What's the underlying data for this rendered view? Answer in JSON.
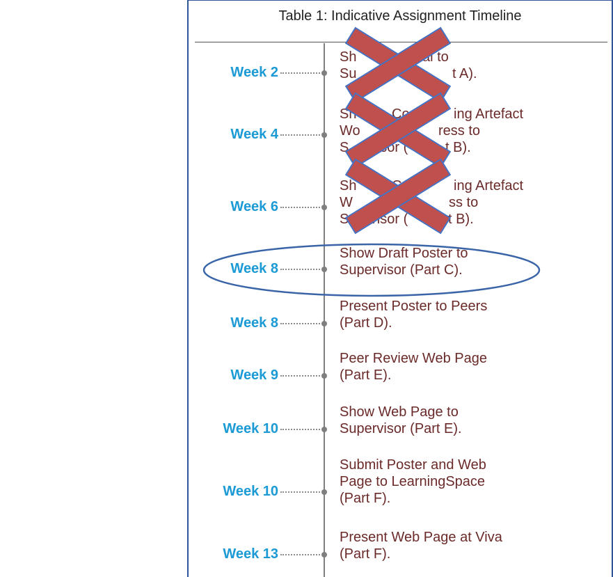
{
  "title": "Table 1: Indicative Assignment Timeline",
  "colors": {
    "week": "#1b9ad6",
    "task": "#6b2a2a",
    "cross_fill": "#c0504d",
    "cross_stroke": "#4472c4",
    "ellipse_stroke": "#3a64a8"
  },
  "rows": [
    {
      "week": "Week 2",
      "task": "Show Proposal to Supervisor (Part A).",
      "task_lines": [
        "Sh",
        "Su",
        "al to",
        "t A)."
      ],
      "crossed_out": true,
      "circled": false
    },
    {
      "week": "Week 4",
      "task": "Show Computing Artefact Work in Progress to Supervisor (Part B).",
      "task_lines": [
        "Sh",
        "Co",
        "ing Artefact",
        "Wo",
        "ress to",
        "S",
        "ervisor (",
        "t B)."
      ],
      "crossed_out": true,
      "circled": false
    },
    {
      "week": "Week 6",
      "task": "Show Computing Artefact Work in Progress to Supervisor (Part B).",
      "task_lines": [
        "Sh",
        "Co",
        "ing Artefact",
        "W",
        "ss to",
        "S",
        "ervisor (",
        "t B)."
      ],
      "crossed_out": true,
      "circled": false
    },
    {
      "week": "Week 8",
      "task_lines": [
        "Show Draft Poster to",
        "Supervisor (Part C)."
      ],
      "crossed_out": false,
      "circled": true
    },
    {
      "week": "Week 8",
      "task_lines": [
        "Present Poster to Peers",
        "(Part D)."
      ],
      "crossed_out": false,
      "circled": false
    },
    {
      "week": "Week 9",
      "task_lines": [
        "Peer Review Web Page",
        "(Part E)."
      ],
      "crossed_out": false,
      "circled": false
    },
    {
      "week": "Week 10",
      "task_lines": [
        "Show Web Page to",
        "Supervisor (Part E)."
      ],
      "crossed_out": false,
      "circled": false
    },
    {
      "week": "Week 10",
      "task_lines": [
        "Submit Poster and Web",
        "Page to LearningSpace",
        "(Part F)."
      ],
      "crossed_out": false,
      "circled": false
    },
    {
      "week": "Week 13",
      "task_lines": [
        "Present Web Page at Viva",
        "(Part F)."
      ],
      "crossed_out": false,
      "circled": false
    }
  ]
}
